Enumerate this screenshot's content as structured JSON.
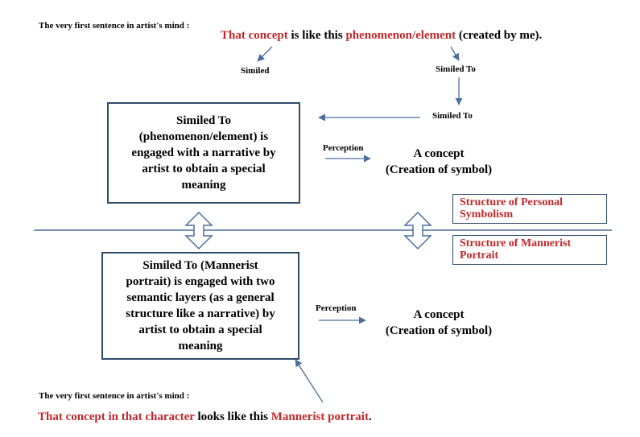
{
  "top": {
    "caption": "The very first sentence in artist's mind :",
    "s_red1": "That concept",
    "s_mid": " is like this ",
    "s_red2": "phenomenon/element",
    "s_end": " (created by me)."
  },
  "labels": {
    "similed": "Similed",
    "similed_to_1": "Similed To",
    "similed_to_2": "Similed To",
    "perception_1": "Perception",
    "perception_2": "Perception"
  },
  "box1": {
    "lines": [
      "Similed To",
      "(phenomenon/element) is",
      "engaged with a narrative by",
      "artist to obtain a special",
      "meaning"
    ]
  },
  "box2": {
    "lines": [
      "Similed To (Mannerist",
      "portrait) is engaged with two",
      "semantic layers (as a general",
      "structure like a narrative) by",
      "artist to obtain a special",
      "meaning"
    ]
  },
  "concept1": {
    "line1": "A concept",
    "line2": "(Creation of symbol)"
  },
  "concept2": {
    "line1": "A concept",
    "line2": "(Creation of symbol)"
  },
  "legend": {
    "personal": "Structure of Personal Symbolism",
    "mannerist": "Structure of Mannerist Portrait"
  },
  "bottom": {
    "caption": "The very first sentence in artist's mind :",
    "s_red1": "That concept in that character",
    "s_mid": " looks like this ",
    "s_red2": "Mannerist portrait",
    "s_end": "."
  },
  "colors": {
    "arrow": "#4a6f9a",
    "red": "#c0282a",
    "box_border": "#2e4a6b"
  }
}
